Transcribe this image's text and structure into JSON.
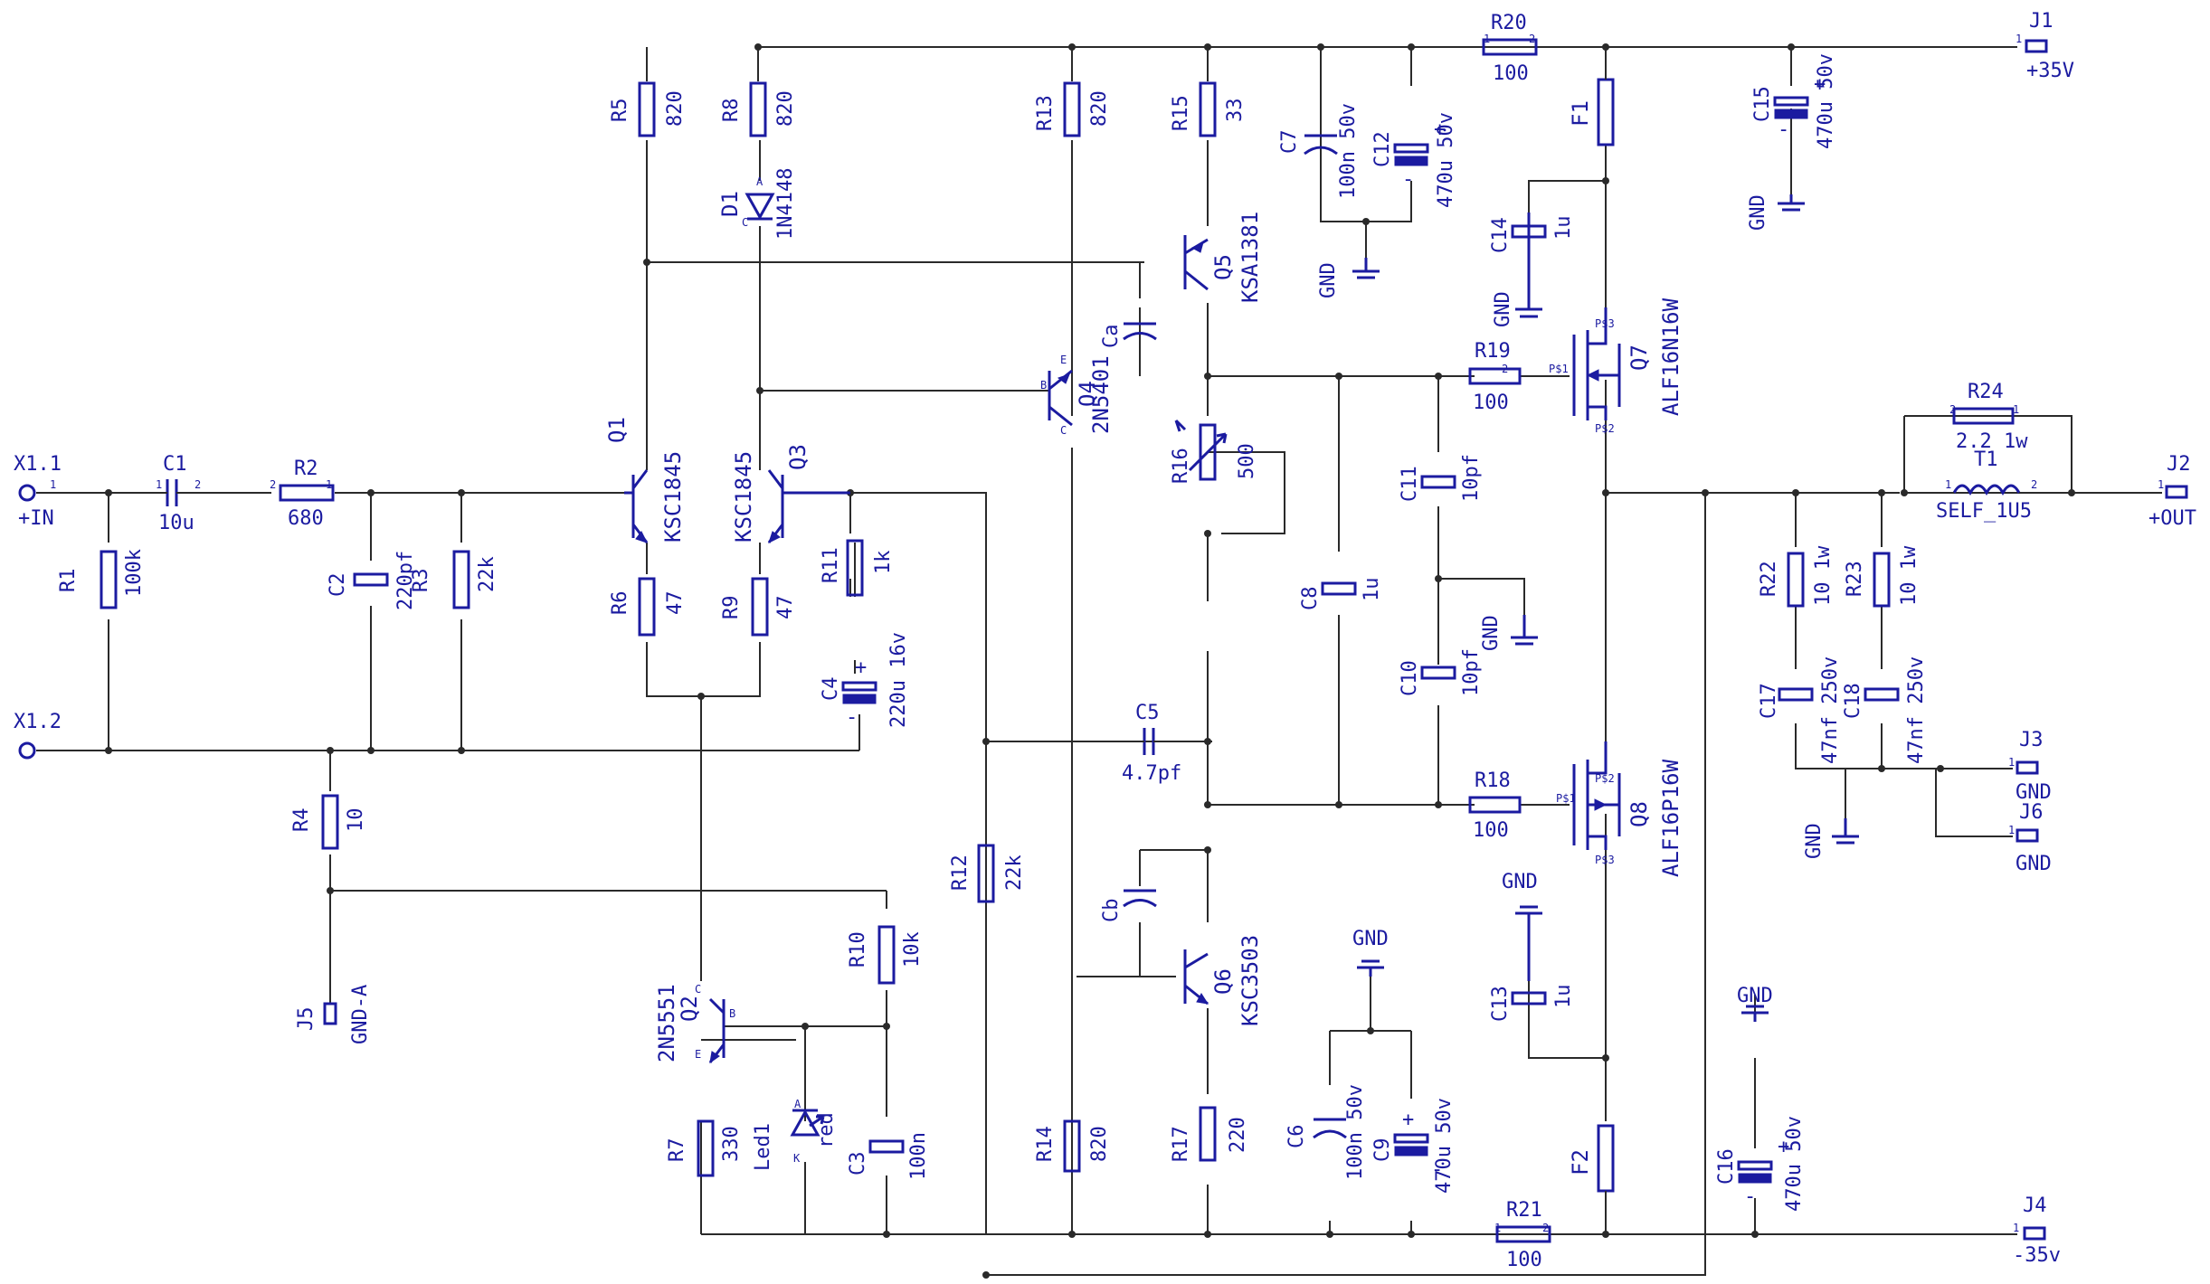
{
  "palette": {
    "wire": "#2a2a2a",
    "symbol": "#1b1ba0",
    "background": "#ffffff"
  },
  "resistors": [
    {
      "ref": "R1",
      "value": "100k"
    },
    {
      "ref": "R2",
      "value": "680"
    },
    {
      "ref": "R3",
      "value": "22k"
    },
    {
      "ref": "R4",
      "value": "10"
    },
    {
      "ref": "R5",
      "value": "820"
    },
    {
      "ref": "R6",
      "value": "47"
    },
    {
      "ref": "R7",
      "value": "330"
    },
    {
      "ref": "R8",
      "value": "820"
    },
    {
      "ref": "R9",
      "value": "47"
    },
    {
      "ref": "R10",
      "value": "10k"
    },
    {
      "ref": "R11",
      "value": "1k"
    },
    {
      "ref": "R12",
      "value": "22k"
    },
    {
      "ref": "R13",
      "value": "820"
    },
    {
      "ref": "R14",
      "value": "820"
    },
    {
      "ref": "R15",
      "value": "33"
    },
    {
      "ref": "R16",
      "value": "500"
    },
    {
      "ref": "R17",
      "value": "220"
    },
    {
      "ref": "R18",
      "value": "100"
    },
    {
      "ref": "R19",
      "value": "100"
    },
    {
      "ref": "R20",
      "value": "100"
    },
    {
      "ref": "R21",
      "value": "100"
    },
    {
      "ref": "R22",
      "value": "10 1w"
    },
    {
      "ref": "R23",
      "value": "10 1w"
    },
    {
      "ref": "R24",
      "value": "2.2 1w"
    }
  ],
  "capacitors": [
    {
      "ref": "C1",
      "value": "10u"
    },
    {
      "ref": "C2",
      "value": "220pf"
    },
    {
      "ref": "C3",
      "value": "100n"
    },
    {
      "ref": "C4",
      "value": "220u 16v"
    },
    {
      "ref": "C5",
      "value": "4.7pf"
    },
    {
      "ref": "C6",
      "value": "100n 50v"
    },
    {
      "ref": "C7",
      "value": "100n 50v"
    },
    {
      "ref": "C8",
      "value": "1u"
    },
    {
      "ref": "C9",
      "value": "470u 50v"
    },
    {
      "ref": "C10",
      "value": "10pf"
    },
    {
      "ref": "C11",
      "value": "10pf"
    },
    {
      "ref": "C12",
      "value": "470u 50v"
    },
    {
      "ref": "C13",
      "value": "1u"
    },
    {
      "ref": "C14",
      "value": "1u"
    },
    {
      "ref": "C15",
      "value": "470u 50v"
    },
    {
      "ref": "C16",
      "value": "470u 50v"
    },
    {
      "ref": "C17",
      "value": "47nf 250v"
    },
    {
      "ref": "C18",
      "value": "47nf 250v"
    },
    {
      "ref": "Ca",
      "value": ""
    },
    {
      "ref": "Cb",
      "value": ""
    }
  ],
  "transistors": [
    {
      "ref": "Q1",
      "part": "KSC1845"
    },
    {
      "ref": "Q2",
      "part": "2N5551"
    },
    {
      "ref": "Q3",
      "part": "KSC1845"
    },
    {
      "ref": "Q4",
      "part": "2N5401"
    },
    {
      "ref": "Q5",
      "part": "KSA1381"
    },
    {
      "ref": "Q6",
      "part": "KSC3503"
    },
    {
      "ref": "Q7",
      "part": "ALF16N16W"
    },
    {
      "ref": "Q8",
      "part": "ALF16P16W"
    }
  ],
  "diodes": [
    {
      "ref": "D1",
      "part": "1N4148"
    },
    {
      "ref": "Led1",
      "part": "red"
    }
  ],
  "fuses": [
    "F1",
    "F2"
  ],
  "inductor": {
    "ref": "T1",
    "part": "SELF_1U5"
  },
  "connectors": [
    {
      "ref": "X1.1",
      "label": "+IN"
    },
    {
      "ref": "X1.2",
      "label": ""
    },
    {
      "ref": "J1",
      "label": "+35V"
    },
    {
      "ref": "J2",
      "label": "+OUT"
    },
    {
      "ref": "J3",
      "label": "GND"
    },
    {
      "ref": "J4",
      "label": "-35v"
    },
    {
      "ref": "J5",
      "label": "GND-A"
    },
    {
      "ref": "J6",
      "label": "GND"
    }
  ],
  "ground_label": "GND",
  "pin_marks": [
    "1",
    "2",
    "A",
    "B",
    "C",
    "E",
    "K",
    "P$1",
    "P$2",
    "P$3"
  ],
  "polarity": [
    "+",
    "-"
  ]
}
